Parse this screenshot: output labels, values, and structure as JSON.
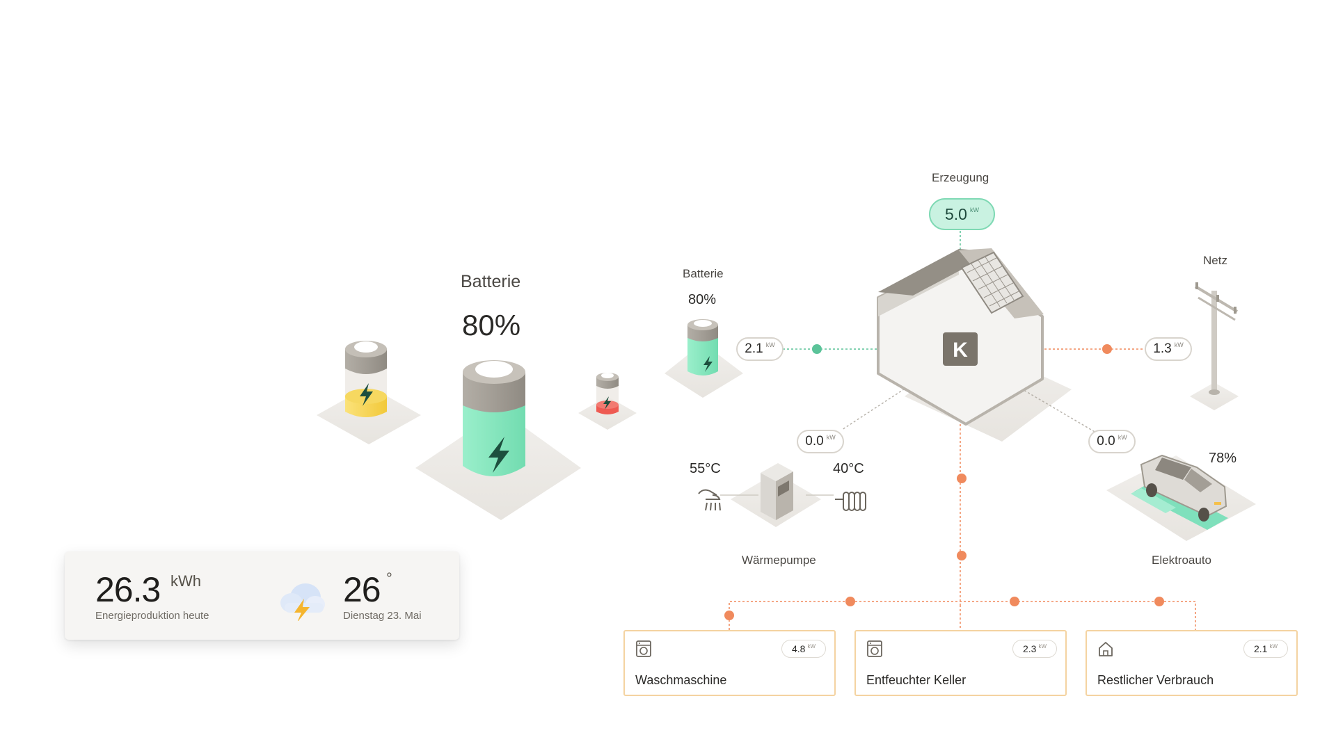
{
  "left_panel": {
    "battery_title": "Batterie",
    "battery_percent": "80%",
    "battery_level": 0.8
  },
  "stats": {
    "energy_value": "26.3",
    "energy_unit": "kWh",
    "energy_caption": "Energieproduktion heute",
    "temp_value": "26",
    "temp_unit": "°",
    "date": "Dienstag 23. Mai",
    "weather_icon": "thunderstorm-cloud-icon"
  },
  "diagram": {
    "generation": {
      "label": "Erzeugung",
      "value": "5.0",
      "unit": "kW"
    },
    "battery": {
      "label": "Batterie",
      "percent": "80%",
      "power": "2.1",
      "unit": "kW"
    },
    "grid": {
      "label": "Netz",
      "power": "1.3",
      "unit": "kW"
    },
    "heat_pump": {
      "label": "Wärmepumpe",
      "power": "0.0",
      "unit": "kW",
      "water_temp": "55°C",
      "heating_temp": "40°C"
    },
    "ev": {
      "label": "Elektroauto",
      "power": "0.0",
      "unit": "kW",
      "percent": "78%"
    },
    "hub_logo": "K"
  },
  "devices": [
    {
      "name": "Waschmaschine",
      "power": "4.8",
      "unit": "kW",
      "icon": "washing-machine-icon"
    },
    {
      "name": "Entfeuchter Keller",
      "power": "2.3",
      "unit": "kW",
      "icon": "dehumidifier-icon"
    },
    {
      "name": "Restlicher Verbrauch",
      "power": "2.1",
      "unit": "kW",
      "icon": "home-icon"
    }
  ],
  "colors": {
    "green": "#5bc399",
    "orange": "#f08a5d",
    "yellow": "#f5d04a",
    "red": "#ee5a52",
    "card_border": "#f4d3a1"
  }
}
